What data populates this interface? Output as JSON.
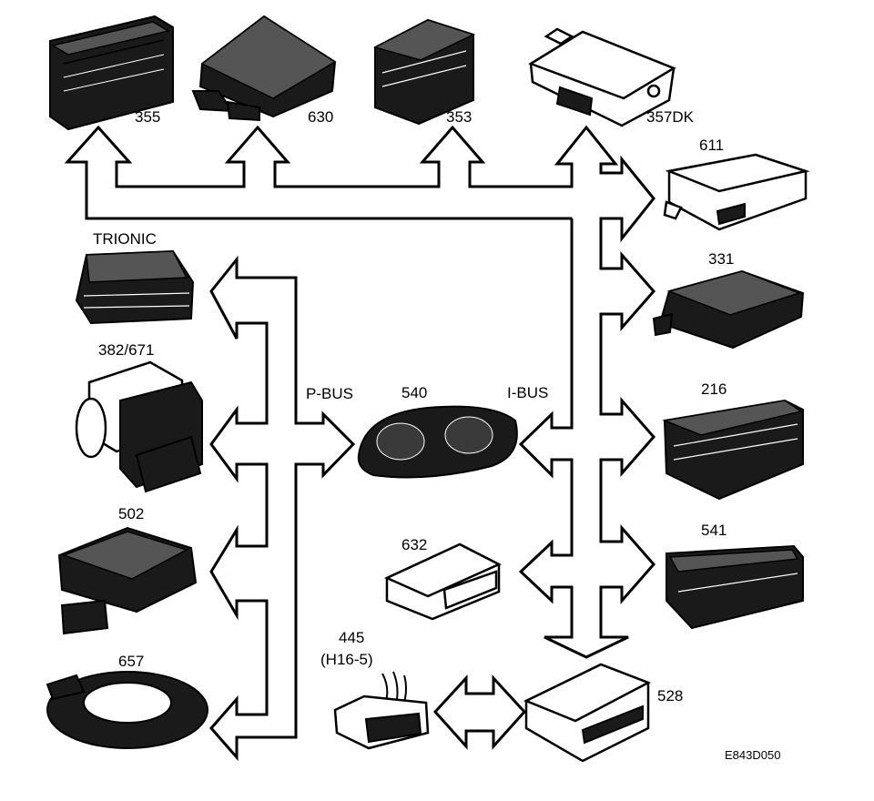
{
  "bus_labels": {
    "p_bus": "P-BUS",
    "i_bus": "I-BUS"
  },
  "modules": {
    "m355": "355",
    "m630": "630",
    "m353": "353",
    "m357dk": "357DK",
    "m611": "611",
    "trionic": "TRIONIC",
    "m331": "331",
    "m382_671": "382/671",
    "m540": "540",
    "m216": "216",
    "m502": "502",
    "m632": "632",
    "m541": "541",
    "m445": "445",
    "m445_sub": "(H16-5)",
    "m657": "657",
    "m528": "528"
  },
  "figure_code": "E843D050"
}
